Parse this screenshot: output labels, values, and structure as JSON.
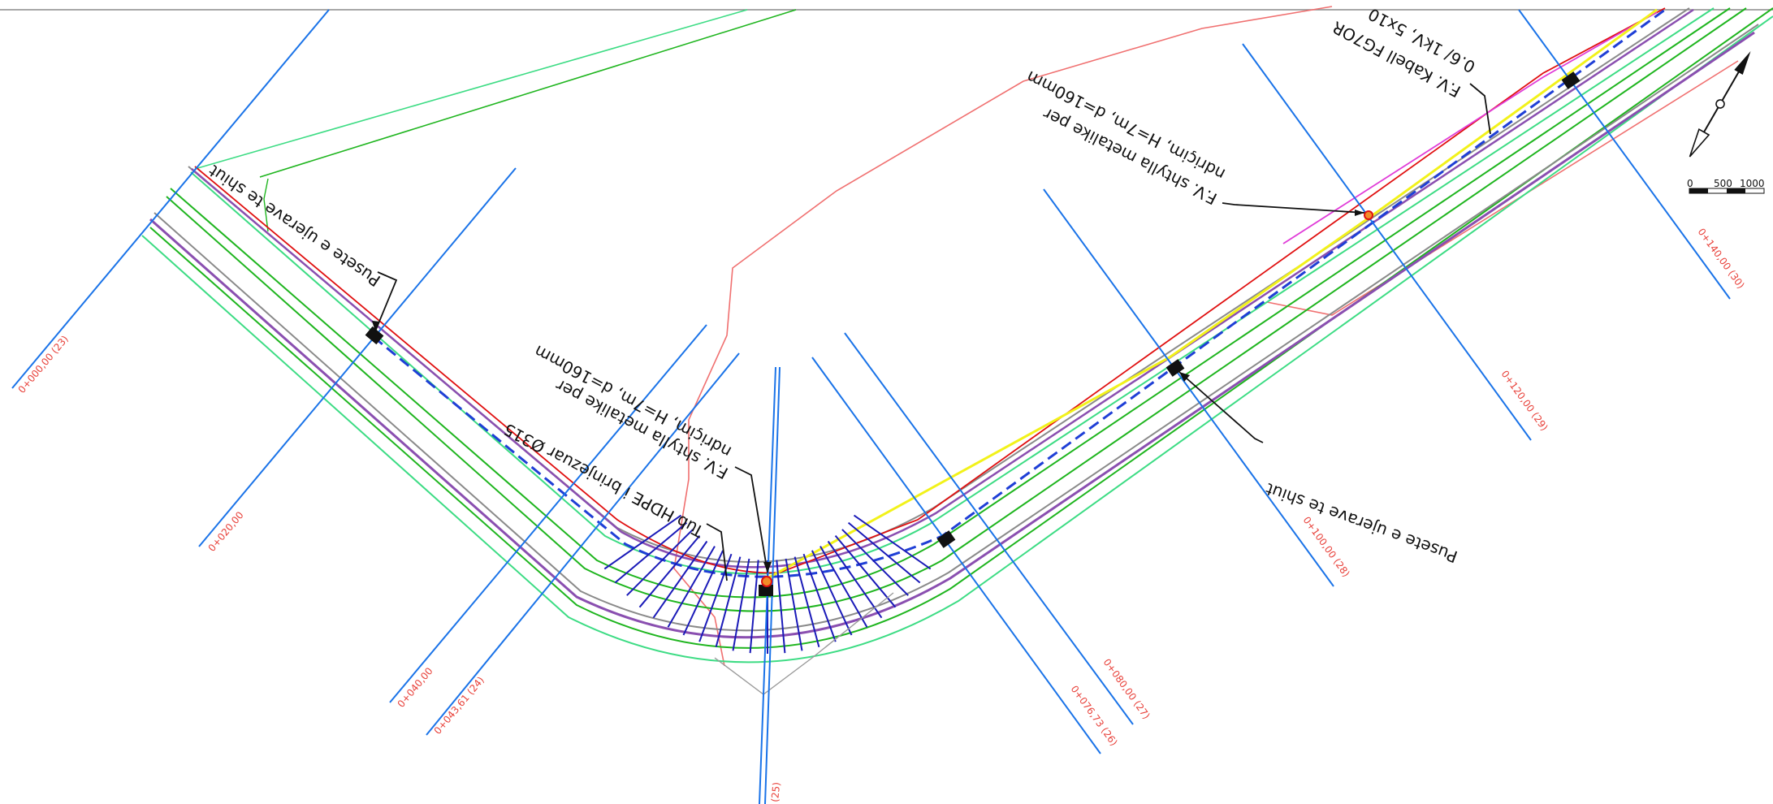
{
  "drawing": {
    "colors": {
      "background": "#ffffff",
      "station_line": "#1a73e8",
      "station_label": "#e8413a",
      "road_edge_green": "#1fb51f",
      "road_edge_lightgreen": "#3ddc84",
      "property_line": "#f07070",
      "cable_yellow": "#f2f21a",
      "pipe_blue_dashed": "#1f3fd6",
      "hatch_blue": "#1a1ab8",
      "purple_line": "#8a4fb0",
      "grey_line": "#8a8a8a",
      "red_line": "#e01010",
      "magenta_line": "#e03cd8",
      "annotation_text": "#111111"
    },
    "stations": [
      {
        "label": "0+000,00  (23)"
      },
      {
        "label": "0+020,00"
      },
      {
        "label": "0+040,00"
      },
      {
        "label": "0+043,61  (24)"
      },
      {
        "label": "(25)"
      },
      {
        "label": "0+076,73  (26)"
      },
      {
        "label": "0+080,00  (27)"
      },
      {
        "label": "0+100,00  (28)"
      },
      {
        "label": "0+120,00  (29)"
      },
      {
        "label": "0+140,00  (30)"
      }
    ],
    "annotations": [
      {
        "label": "Pusete e ujerave te shiut"
      },
      {
        "label": "F.V. shtylla metalike per"
      },
      {
        "label": "ndriçim,  H=7m, d=160mm"
      },
      {
        "label": "Tub HDPE i brinjezuar Ø315"
      },
      {
        "label": "F.V. shtylla metalike per"
      },
      {
        "label": "ndriçim,  H=7m, d=160mm"
      },
      {
        "label": "Pusete e ujerave te shiut"
      },
      {
        "label": "F.V. Kabell FG7OR"
      },
      {
        "label": "0.6/ 1kV, 5x10"
      }
    ],
    "north_arrow": {
      "icon": "north-arrow-icon"
    },
    "scale_bar": {
      "t0": "0",
      "t1": "500",
      "t2": "1000"
    }
  }
}
